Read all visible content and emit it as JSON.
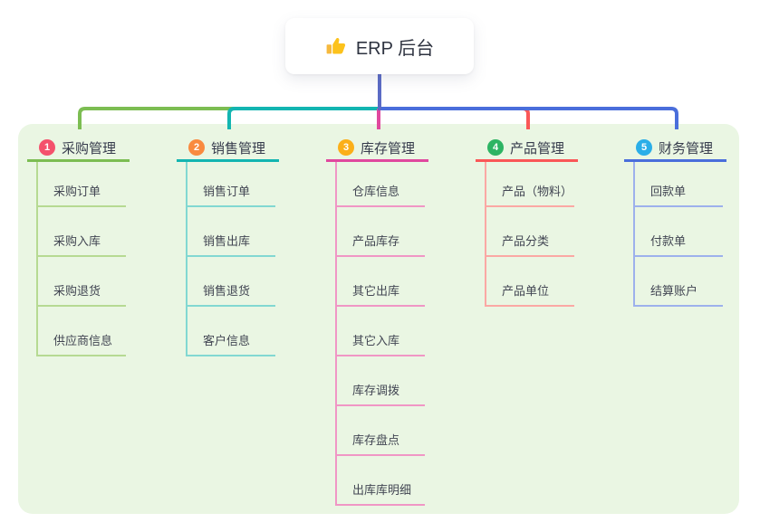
{
  "root": {
    "label": "ERP 后台",
    "icon": "thumbs-up-icon"
  },
  "colors": {
    "panel_bg": "#eaf6e3",
    "card_bg": "#ffffff",
    "root_connector": "#5b6bc5",
    "thumb_main": "#fcc21c",
    "thumb_sleeve": "#f6b93d"
  },
  "branches": [
    {
      "num": "1",
      "label": "采购管理",
      "badge_color": "#f4516c",
      "line_color": "#7cbd52",
      "child_line_color": "#b6da92",
      "children": [
        "采购订单",
        "采购入库",
        "采购退货",
        "供应商信息"
      ]
    },
    {
      "num": "2",
      "label": "销售管理",
      "badge_color": "#f98a3f",
      "line_color": "#13b5b1",
      "child_line_color": "#82d8d2",
      "children": [
        "销售订单",
        "销售出库",
        "销售退货",
        "客户信息"
      ]
    },
    {
      "num": "3",
      "label": "库存管理",
      "badge_color": "#fbaf19",
      "line_color": "#e0489e",
      "child_line_color": "#f096c5",
      "children": [
        "仓库信息",
        "产品库存",
        "其它出库",
        "其它入库",
        "库存调拨",
        "库存盘点",
        "出库库明细"
      ]
    },
    {
      "num": "4",
      "label": "产品管理",
      "badge_color": "#2db463",
      "line_color": "#fa5757",
      "child_line_color": "#fba8a4",
      "children": [
        "产品（物料）",
        "产品分类",
        "产品单位"
      ]
    },
    {
      "num": "5",
      "label": "财务管理",
      "badge_color": "#2aaee8",
      "line_color": "#4a6edb",
      "child_line_color": "#9db1ec",
      "children": [
        "回款单",
        "付款单",
        "结算账户"
      ]
    }
  ]
}
